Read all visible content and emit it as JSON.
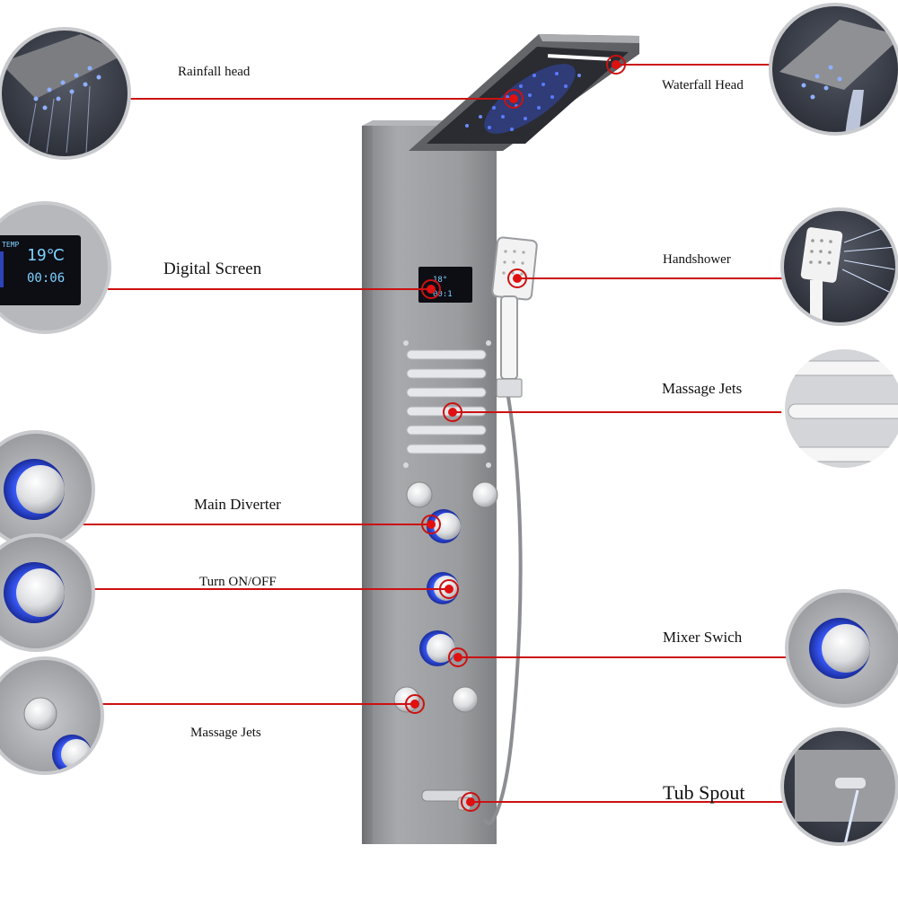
{
  "labels": {
    "rainfall_head": "Rainfall head",
    "waterfall_head": "Waterfall Head",
    "digital_screen": "Digital Screen",
    "handshower": "Handshower",
    "massage_jets_right": "Massage Jets",
    "main_diverter": "Main Diverter",
    "turn_on_off": "Turn ON/OFF",
    "mixer_switch": "Mixer Swich",
    "massage_jets_left": "Massage Jets",
    "tub_spout": "Tub Spout"
  },
  "screen": {
    "temp_tag": "TEMP",
    "temperature": "19℃",
    "time": "00:06"
  },
  "colors": {
    "callout_line": "#cc1111",
    "panel": "#9a9c9f",
    "led_blue": "#3a5cff",
    "screen_bg": "#0d0d14",
    "screen_text": "#7cd3ff"
  }
}
